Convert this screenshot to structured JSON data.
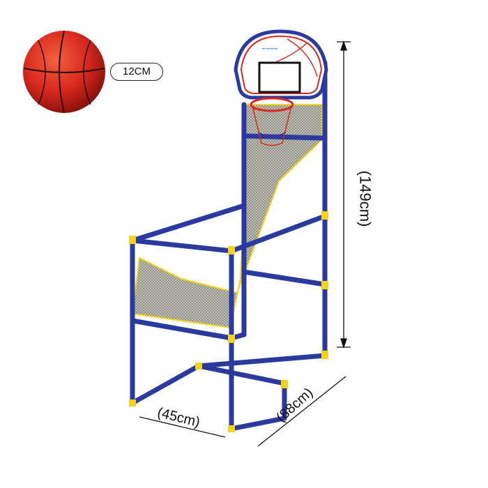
{
  "ball": {
    "size_label": "12CM",
    "color": "#d8281e"
  },
  "dimensions": {
    "height": "(149cm)",
    "width": "(45cm)",
    "depth": "(88cm)"
  },
  "colors": {
    "frame": "#2a3a9e",
    "connector": "#f5d21c",
    "net": "#9a9a8e",
    "rim": "#e0261c"
  }
}
